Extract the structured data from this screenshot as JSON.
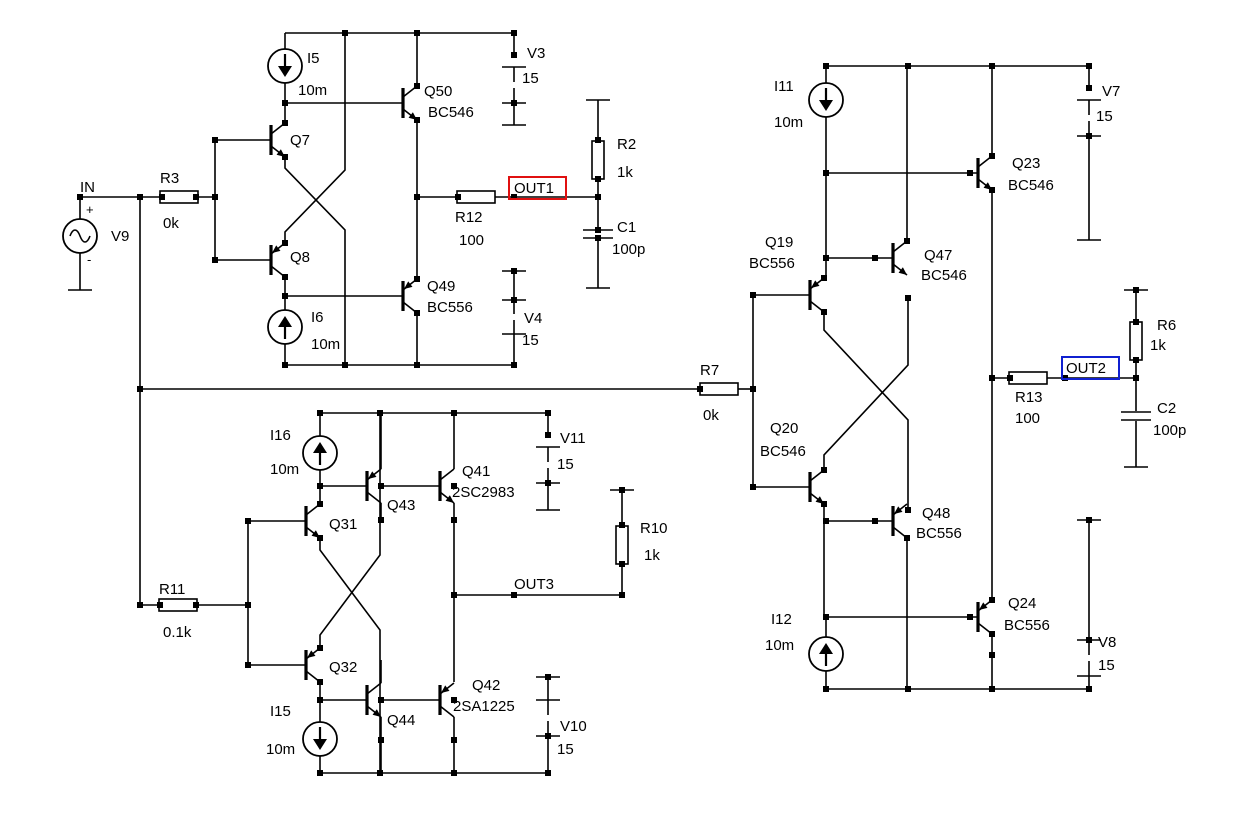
{
  "colors": {
    "wire": "#000000",
    "out1_box": "#e01010",
    "out2_box": "#1020d0"
  },
  "icons": {
    "source": "sine-source-icon",
    "current": "current-source-icon",
    "npn": "npn-transistor-icon",
    "pnp": "pnp-transistor-icon"
  },
  "labels": {
    "in": "IN",
    "v9": "V9",
    "r3": "R3",
    "r3v": "0k",
    "i5": "I5",
    "i5v": "10m",
    "q7": "Q7",
    "q8": "Q8",
    "i6": "I6",
    "i6v": "10m",
    "q50": "Q50",
    "q50t": "BC546",
    "q49": "Q49",
    "q49t": "BC556",
    "v3": "V3",
    "v3v": "15",
    "v4": "V4",
    "v4v": "15",
    "r12": "R12",
    "r12v": "100",
    "out1": "OUT1",
    "r2": "R2",
    "r2v": "1k",
    "c1": "C1",
    "c1v": "100p",
    "r11": "R11",
    "r11v": "0.1k",
    "i16": "I16",
    "i16v": "10m",
    "q31": "Q31",
    "q32": "Q32",
    "q43": "Q43",
    "q44": "Q44",
    "q41": "Q41",
    "q41t": "2SC2983",
    "q42": "Q42",
    "q42t": "2SA1225",
    "i15": "I15",
    "i15v": "10m",
    "v11": "V11",
    "v11v": "15",
    "v10": "V10",
    "v10v": "15",
    "r10": "R10",
    "r10v": "1k",
    "out3": "OUT3",
    "r7": "R7",
    "r7v": "0k",
    "i11": "I11",
    "i11v": "10m",
    "v7": "V7",
    "v7v": "15",
    "q23": "Q23",
    "q23t": "BC546",
    "q19": "Q19",
    "q19t": "BC556",
    "q47": "Q47",
    "q47t": "BC546",
    "q20": "Q20",
    "q20t": "BC546",
    "q48": "Q48",
    "q48t": "BC556",
    "r6": "R6",
    "r6v": "1k",
    "out2": "OUT2",
    "r13": "R13",
    "r13v": "100",
    "c2": "C2",
    "c2v": "100p",
    "q24": "Q24",
    "q24t": "BC556",
    "i12": "I12",
    "i12v": "10m",
    "v8": "V8",
    "v8v": "15"
  }
}
